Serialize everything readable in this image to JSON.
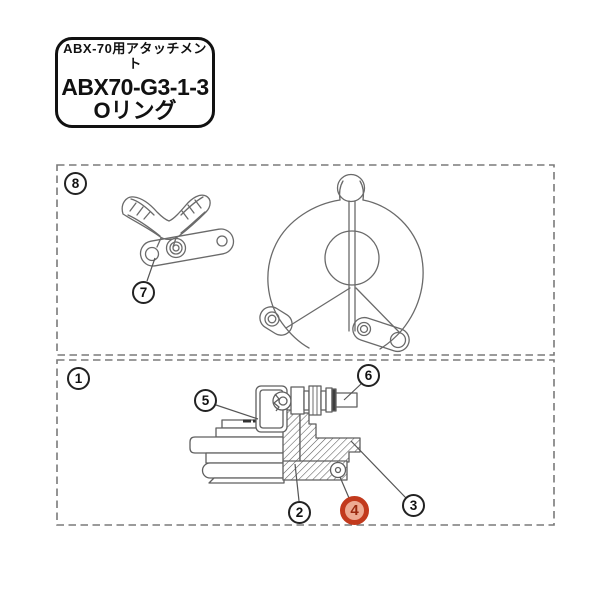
{
  "title_box": {
    "subtitle": "ABX-70用アタッチメント",
    "part_number": "ABX70-G3-1-3",
    "part_name": "Oリング"
  },
  "upper_panel": {
    "panel_number": "8",
    "callouts": [
      {
        "number": "7",
        "target": "roller-arm"
      }
    ]
  },
  "lower_panel": {
    "panel_number": "1",
    "callouts": [
      {
        "number": "5",
        "target": "adapter-bracket"
      },
      {
        "number": "6",
        "target": "coupler-plug"
      },
      {
        "number": "2",
        "target": "base-plate"
      },
      {
        "number": "4",
        "target": "o-ring",
        "highlighted": true
      },
      {
        "number": "3",
        "target": "flange"
      }
    ]
  },
  "colors": {
    "badge_outline": "#222222",
    "highlight_ring": "#c23a1d",
    "highlight_fill": "#edaa92",
    "highlight_text": "#9a2a10",
    "line": "#666666",
    "dash_border": "#7a7a7a"
  }
}
